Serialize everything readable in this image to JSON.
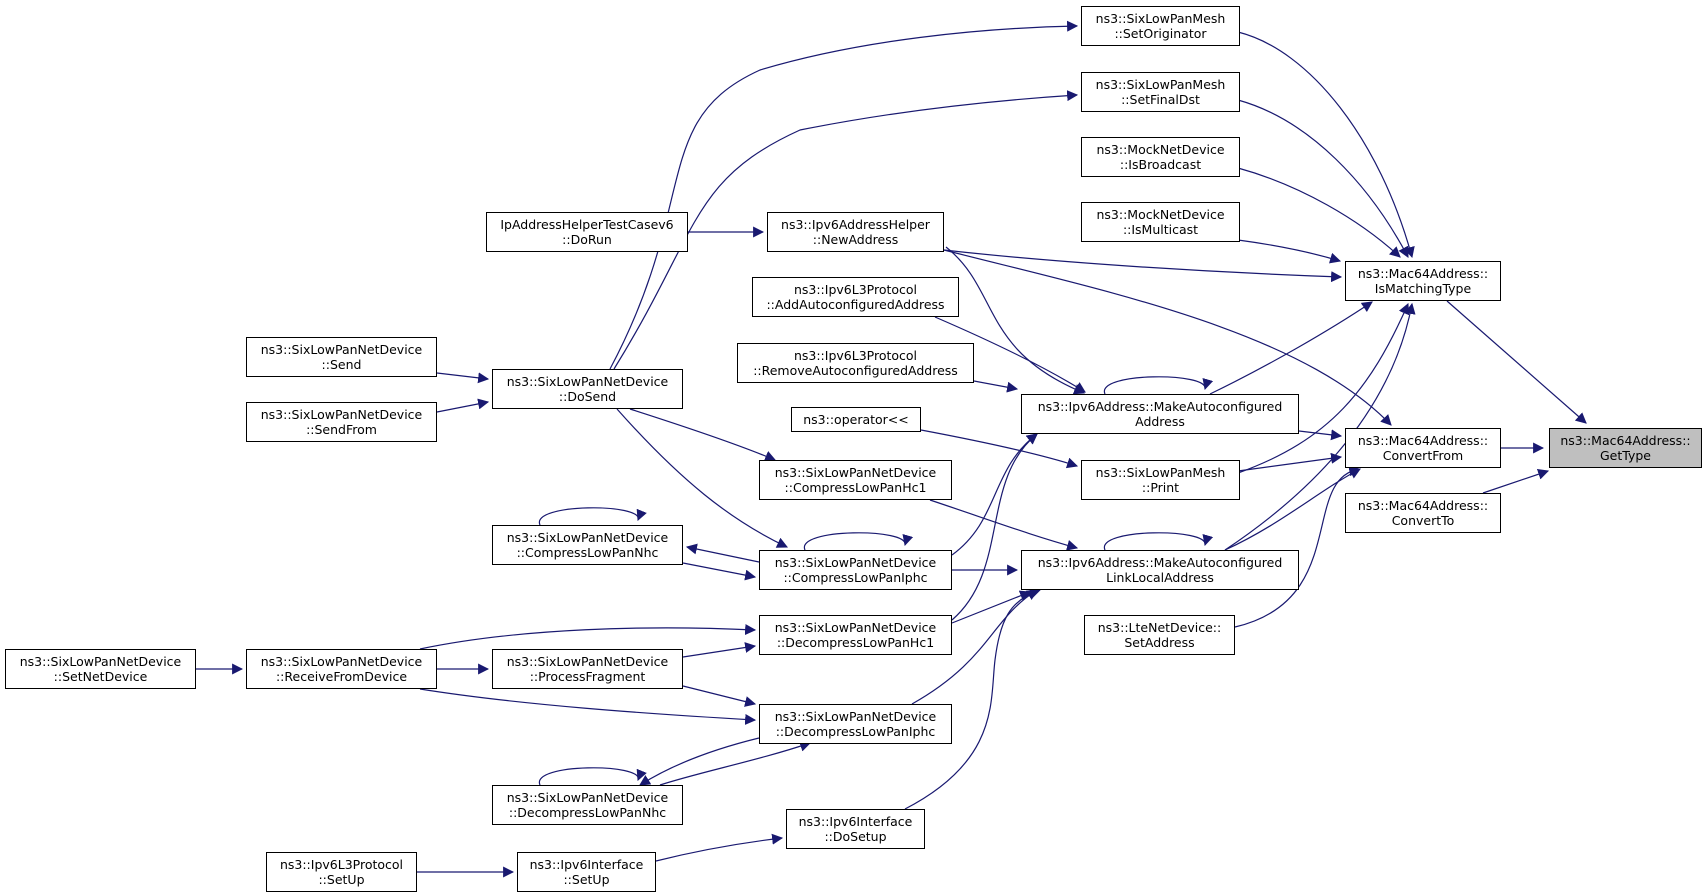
{
  "colors": {
    "edge": "#191970",
    "node_border": "#000000",
    "focus_fill": "#bfbfbf"
  },
  "nodes": {
    "getType": [
      "ns3::Mac64Address::",
      "GetType"
    ],
    "isMatchingType": [
      "ns3::Mac64Address::",
      "IsMatchingType"
    ],
    "convertFrom": [
      "ns3::Mac64Address::",
      "ConvertFrom"
    ],
    "convertTo": [
      "ns3::Mac64Address::",
      "ConvertTo"
    ],
    "setOriginator": [
      "ns3::SixLowPanMesh",
      "::SetOriginator"
    ],
    "setFinalDst": [
      "ns3::SixLowPanMesh",
      "::SetFinalDst"
    ],
    "isBroadcast": [
      "ns3::MockNetDevice",
      "::IsBroadcast"
    ],
    "isMulticast": [
      "ns3::MockNetDevice",
      "::IsMulticast"
    ],
    "makeAutoAddr": [
      "ns3::Ipv6Address::MakeAutoconfigured",
      "Address"
    ],
    "print": [
      "ns3::SixLowPanMesh",
      "::Print"
    ],
    "makeAutoLL": [
      "ns3::Ipv6Address::MakeAutoconfigured",
      "LinkLocalAddress"
    ],
    "lteSetAddress": [
      "ns3::LteNetDevice::",
      "SetAddress"
    ],
    "newAddress": [
      "ns3::Ipv6AddressHelper",
      "::NewAddress"
    ],
    "addAuto": [
      "ns3::Ipv6L3Protocol",
      "::AddAutoconfiguredAddress"
    ],
    "removeAuto": [
      "ns3::Ipv6L3Protocol",
      "::RemoveAutoconfiguredAddress"
    ],
    "operatorLL": [
      "ns3::operator<<"
    ],
    "compressHc1": [
      "ns3::SixLowPanNetDevice",
      "::CompressLowPanHc1"
    ],
    "compressIphc": [
      "ns3::SixLowPanNetDevice",
      "::CompressLowPanIphc"
    ],
    "decompressHc1": [
      "ns3::SixLowPanNetDevice",
      "::DecompressLowPanHc1"
    ],
    "decompressIphc": [
      "ns3::SixLowPanNetDevice",
      "::DecompressLowPanIphc"
    ],
    "ipv6IfaceDoSetup": [
      "ns3::Ipv6Interface",
      "::DoSetup"
    ],
    "ipAddrHelperTest": [
      "IpAddressHelperTestCasev6",
      "::DoRun"
    ],
    "doSend": [
      "ns3::SixLowPanNetDevice",
      "::DoSend"
    ],
    "compressNhc": [
      "ns3::SixLowPanNetDevice",
      "::CompressLowPanNhc"
    ],
    "processFragment": [
      "ns3::SixLowPanNetDevice",
      "::ProcessFragment"
    ],
    "decompressNhc": [
      "ns3::SixLowPanNetDevice",
      "::DecompressLowPanNhc"
    ],
    "ipv6IfaceSetUp": [
      "ns3::Ipv6Interface",
      "::SetUp"
    ],
    "send": [
      "ns3::SixLowPanNetDevice",
      "::Send"
    ],
    "sendFrom": [
      "ns3::SixLowPanNetDevice",
      "::SendFrom"
    ],
    "receiveFromDevice": [
      "ns3::SixLowPanNetDevice",
      "::ReceiveFromDevice"
    ],
    "ipv6L3SetUp": [
      "ns3::Ipv6L3Protocol",
      "::SetUp"
    ],
    "setNetDevice": [
      "ns3::SixLowPanNetDevice",
      "::SetNetDevice"
    ]
  }
}
